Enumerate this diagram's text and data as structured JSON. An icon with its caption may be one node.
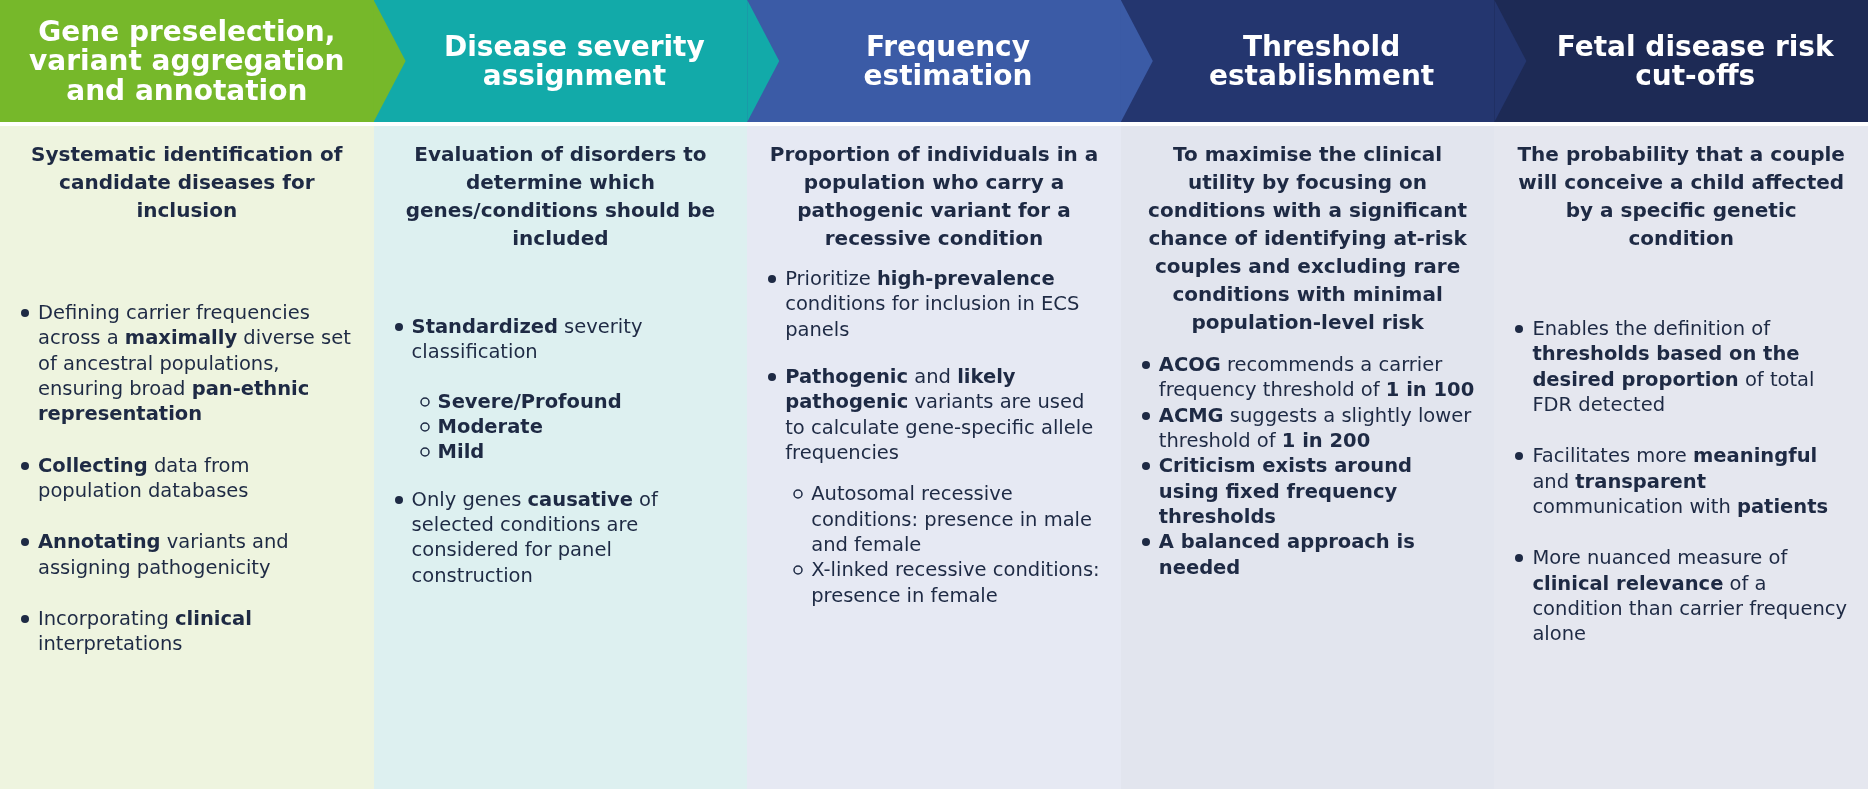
{
  "diagram": {
    "nodes": [
      {
        "text": [
          "Gene preselection, variant aggregation and annotation"
        ]
      },
      {
        "text": [
          "Disease severity assignment"
        ]
      },
      {
        "text": [
          "Frequency estimation"
        ]
      },
      {
        "text": [
          "Threshold establishment"
        ]
      },
      {
        "text": [
          "Fetal disease risk cut-offs"
        ]
      },
      {
        "text": [
          "Systematic identification of candidate diseases for inclusion",
          "Defining carrier frequencies across a **maximally** diverse set of ancestral populations, ensuring broad **pan-ethnic representation**",
          "**Collecting** data from population databases",
          "**Annotating** variants and assigning pathogenicity",
          "Incorporating **clinical** interpretations"
        ]
      },
      {
        "text": [
          "Evaluation of disorders to determine which genes/conditions should be included",
          "**Standardized** severity classification",
          "Severe/Profound",
          "Moderate",
          "Mild",
          "Only genes **causative** of selected conditions are considered for panel construction"
        ]
      },
      {
        "text": [
          "Proportion of individuals in a population who carry a pathogenic variant for a recessive condition",
          "Prioritize **high-prevalence** conditions for inclusion in ECS panels",
          "**Pathogenic** and **likely pathogenic** variants are used to calculate gene-specific allele frequencies",
          "Autosomal recessive conditions: presence in male and female",
          "X-linked recessive conditions: presence in female"
        ]
      },
      {
        "text": [
          "To maximise the clinical utility by focusing on conditions with a significant chance of identifying at-risk couples and excluding rare conditions with minimal population-level risk",
          "**ACOG** recommends a carrier frequency threshold of **1 in 100**",
          "**ACMG** suggests a slightly lower threshold of **1 in 200**",
          "Criticism exists around using fixed frequency thresholds",
          "A balanced approach is needed"
        ]
      },
      {
        "text": [
          "The probability that a couple will conceive a child affected by a specific genetic condition",
          "Enables the definition of **thresholds based on the desired proportion** of total FDR detected",
          "Facilitates more **meaningful** and **transparent** communication with **patients**",
          "More nuanced measure of **clinical relevance** of a condition than carrier frequency alone"
        ]
      }
    ],
    "edges": [
      {
        "from": 0,
        "to": 1,
        "arrow": "to"
      },
      {
        "from": 1,
        "to": 2,
        "arrow": "to"
      },
      {
        "from": 2,
        "to": 3,
        "arrow": "to"
      },
      {
        "from": 3,
        "to": 4,
        "arrow": "to"
      }
    ]
  }
}
